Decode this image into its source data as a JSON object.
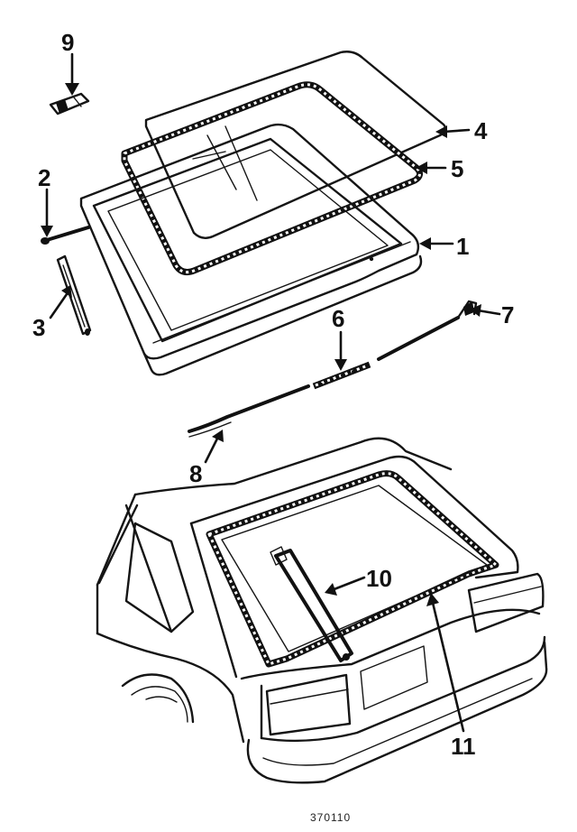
{
  "callouts": {
    "c1": "1",
    "c2": "2",
    "c3": "3",
    "c4": "4",
    "c5": "5",
    "c6": "6",
    "c7": "7",
    "c8": "8",
    "c9": "9",
    "c10": "10",
    "c11": "11"
  },
  "footer": {
    "code": "370110"
  }
}
